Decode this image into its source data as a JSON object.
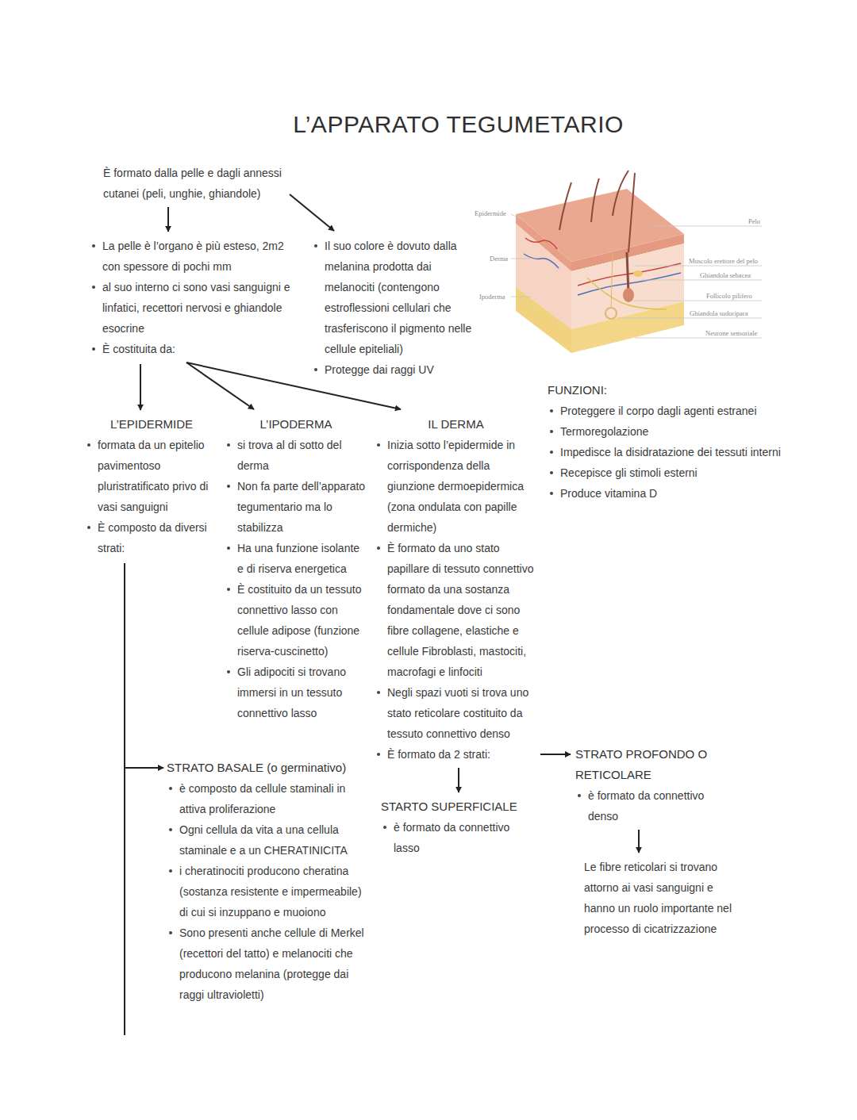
{
  "diagram": {
    "title": "L’APPARATO TEGUMETARIO",
    "nodes": [
      {
        "text": [
          "È formato dalla pelle e dagli annessi cutanei (peli, unghie, ghiandole)"
        ]
      },
      {
        "text": [
          "La pelle è l’organo è più esteso, 2m2 con spessore di pochi mm",
          "al suo interno ci sono vasi sanguigni e linfatici, recettori nervosi e ghiandole esocrine",
          "È costituita da:"
        ]
      },
      {
        "text": [
          "Il suo colore è dovuto dalla melanina prodotta dai melanociti (contengono estroflessioni cellulari che trasferiscono il pigmento nelle cellule epiteliali)",
          "Protegge dai raggi UV"
        ]
      },
      {
        "text": [
          "FUNZIONI:",
          "Proteggere il corpo dagli agenti estranei",
          "Termoregolazione",
          "Impedisce la disidratazione dei tessuti interni",
          "Recepisce gli stimoli esterni",
          "Produce vitamina D"
        ]
      },
      {
        "text": [
          "L’EPIDERMIDE",
          "formata da un epitelio pavimentoso pluristratificato privo di vasi sanguigni",
          "È composto da diversi strati:"
        ]
      },
      {
        "text": [
          "L’IPODERMA",
          "si trova al di sotto del derma",
          "Non fa parte dell’apparato tegumentario ma lo stabilizza",
          "Ha una funzione isolante e di riserva energetica",
          "È costituito da un tessuto connettivo lasso con cellule adipose (funzione riserva-cuscinetto)",
          "Gli adipociti si trovano immersi in un tessuto connettivo lasso"
        ]
      },
      {
        "text": [
          "IL DERMA",
          "Inizia sotto l’epidermide in corrispondenza della giunzione dermoepidermica (zona ondulata con papille dermiche)",
          "È formato da uno stato papillare di tessuto connettivo formato da una sostanza fondamentale dove ci sono fibre collagene, elastiche e cellule Fibroblasti, mastociti, macrofagi e linfociti",
          "Negli spazi vuoti si trova uno stato reticolare costituito da tessuto connettivo denso",
          "È formato da 2 strati:"
        ]
      },
      {
        "text": [
          "STRATO BASALE (o germinativo)",
          "è composto da cellule staminali in attiva proliferazione",
          "Ogni cellula da vita a una cellula staminale e a un CHERATINICITA",
          "i cheratinociti producono cheratina (sostanza resistente e impermeabile) di cui si inzuppano e muoiono",
          "Sono presenti anche cellule di Merkel (recettori del tatto) e melanociti che producono melanina (protegge dai raggi ultravioletti)"
        ]
      },
      {
        "text": [
          "STARTO SUPERFICIALE",
          "è formato da connettivo lasso"
        ]
      },
      {
        "text": [
          "STRATO PROFONDO O RETICOLARE",
          "è formato da connettivo denso"
        ]
      },
      {
        "text": [
          "Le fibre reticolari si trovano attorno ai vasi sanguigni e hanno un ruolo importante nel processo di cicatrizzazione"
        ]
      }
    ],
    "edges": [
      {
        "from": 0,
        "to": 1,
        "arrow": "to"
      },
      {
        "from": 0,
        "to": 2,
        "arrow": "to"
      },
      {
        "from": 1,
        "to": 4,
        "arrow": "to"
      },
      {
        "from": 1,
        "to": 5,
        "arrow": "to"
      },
      {
        "from": 1,
        "to": 6,
        "arrow": "to"
      },
      {
        "from": 4,
        "to": 7,
        "arrow": "to"
      },
      {
        "from": 6,
        "to": 8,
        "arrow": "to"
      },
      {
        "from": 6,
        "to": 9,
        "arrow": "to"
      },
      {
        "from": 9,
        "to": 10,
        "arrow": "to"
      }
    ],
    "labels": [
      "Epidermide",
      "Derma",
      "Ipoderma",
      "Pelo",
      "Muscolo erettore del pelo",
      "Ghiandola sebacea",
      "Follicolo pilifero",
      "Ghiandola sudoripara",
      "Neurone sensoriale"
    ]
  }
}
